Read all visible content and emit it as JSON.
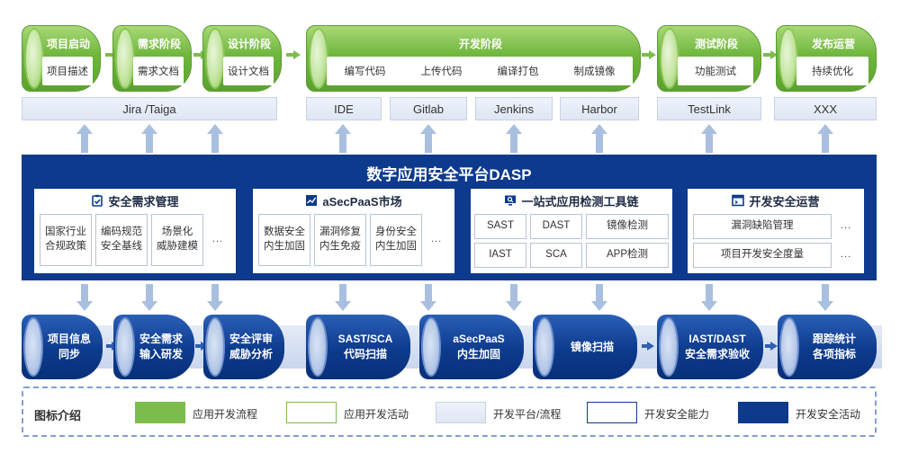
{
  "top_stages": [
    {
      "title": "项目启动",
      "items": [
        "项目描述"
      ]
    },
    {
      "title": "需求阶段",
      "items": [
        "需求文档"
      ]
    },
    {
      "title": "设计阶段",
      "items": [
        "设计文档"
      ]
    },
    {
      "title": "开发阶段",
      "items": [
        "编写代码",
        "上传代码",
        "编译打包",
        "制成镜像"
      ]
    },
    {
      "title": "测试阶段",
      "items": [
        "功能测试"
      ]
    },
    {
      "title": "发布运营",
      "items": [
        "持续优化"
      ]
    }
  ],
  "tools": [
    "Jira /Taiga",
    "IDE",
    "Gitlab",
    "Jenkins",
    "Harbor",
    "TestLink",
    "XXX"
  ],
  "platform": {
    "title": "数字应用安全平台DASP",
    "panels": [
      {
        "title": "安全需求管理",
        "icon": "clipboard-check-icon",
        "cells": [
          "国家行业\n合规政策",
          "编码规范\n安全基线",
          "场景化\n威胁建模"
        ],
        "more": "..."
      },
      {
        "title": "aSecPaaS市场",
        "icon": "chart-line-icon",
        "cells": [
          "数据安全\n内生加固",
          "漏洞修复\n内生免疫",
          "身份安全\n内生加固"
        ],
        "more": "..."
      },
      {
        "title": "一站式应用检测工具链",
        "icon": "monitor-scan-icon",
        "cells": [
          "SAST",
          "DAST",
          "镜像检测",
          "IAST",
          "SCA",
          "APP检测"
        ]
      },
      {
        "title": "开发安全运营",
        "icon": "browser-window-icon",
        "cells": [
          "漏洞缺陷管理",
          "项目开发安全度量"
        ],
        "more": [
          "...",
          "..."
        ]
      }
    ]
  },
  "bottom_stages": [
    "项目信息\n同步",
    "安全需求\n输入研发",
    "安全评审\n威胁分析",
    "SAST/SCA\n代码扫描",
    "aSecPaaS\n内生加固",
    "镜像扫描",
    "IAST/DAST\n安全需求验收",
    "跟踪统计\n各项指标"
  ],
  "legend": {
    "title": "图标介绍",
    "items": [
      {
        "label": "应用开发流程",
        "color": "#7cbc4b"
      },
      {
        "label": "应用开发活动",
        "color": "#ffffff",
        "border": "#7cbc4b"
      },
      {
        "label": "开发平台/流程",
        "color": "#dfe6f3"
      },
      {
        "label": "开发安全能力",
        "color": "#ffffff",
        "border": "#0d3a8c"
      },
      {
        "label": "开发安全活动",
        "color": "#0d3a8c"
      }
    ]
  }
}
